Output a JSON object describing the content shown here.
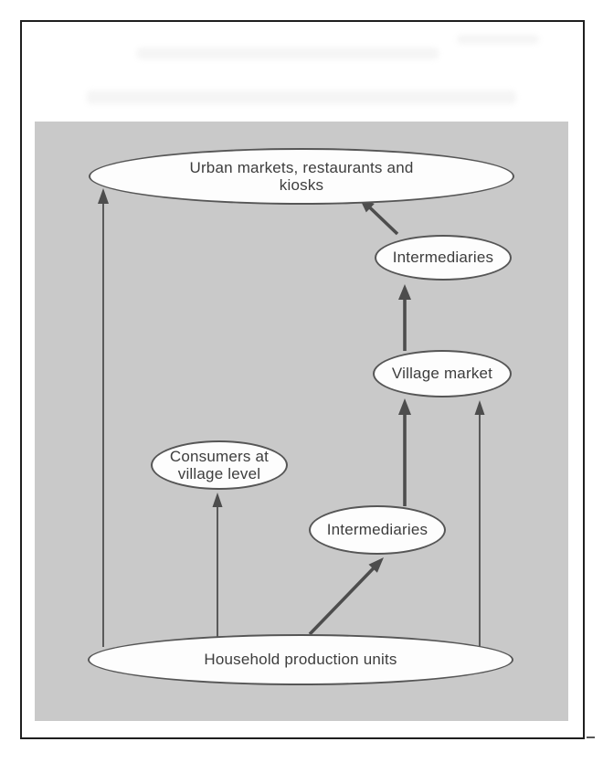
{
  "figure": {
    "type": "flow-diagram",
    "description_visible_text_only": true
  },
  "palette": {
    "page_bg": "#ffffff",
    "panel_bg": "#c9c9c9",
    "frame_border": "#1f1f1f",
    "node_fill": "#fdfdfd",
    "node_border": "#565656",
    "arrow": "#4d4d4d",
    "text": "#3d3d3d"
  },
  "nodes": [
    {
      "id": "urban-markets",
      "label": "Urban markets, restaurants and kiosks"
    },
    {
      "id": "intermediaries-upper",
      "label": "Intermediaries"
    },
    {
      "id": "village-market",
      "label": "Village market"
    },
    {
      "id": "consumers-village",
      "label": "Consumers at village level"
    },
    {
      "id": "intermediaries-lower",
      "label": "Intermediaries"
    },
    {
      "id": "household-production",
      "label": "Household production units"
    }
  ],
  "edges": [
    {
      "from": "household-production",
      "to": "urban-markets",
      "style": "thin"
    },
    {
      "from": "household-production",
      "to": "consumers-village",
      "style": "thin"
    },
    {
      "from": "household-production",
      "to": "village-market",
      "style": "thin"
    },
    {
      "from": "household-production",
      "to": "intermediaries-lower",
      "style": "thick"
    },
    {
      "from": "intermediaries-lower",
      "to": "village-market",
      "style": "thick"
    },
    {
      "from": "village-market",
      "to": "intermediaries-upper",
      "style": "thick"
    },
    {
      "from": "intermediaries-upper",
      "to": "urban-markets",
      "style": "thick"
    }
  ]
}
